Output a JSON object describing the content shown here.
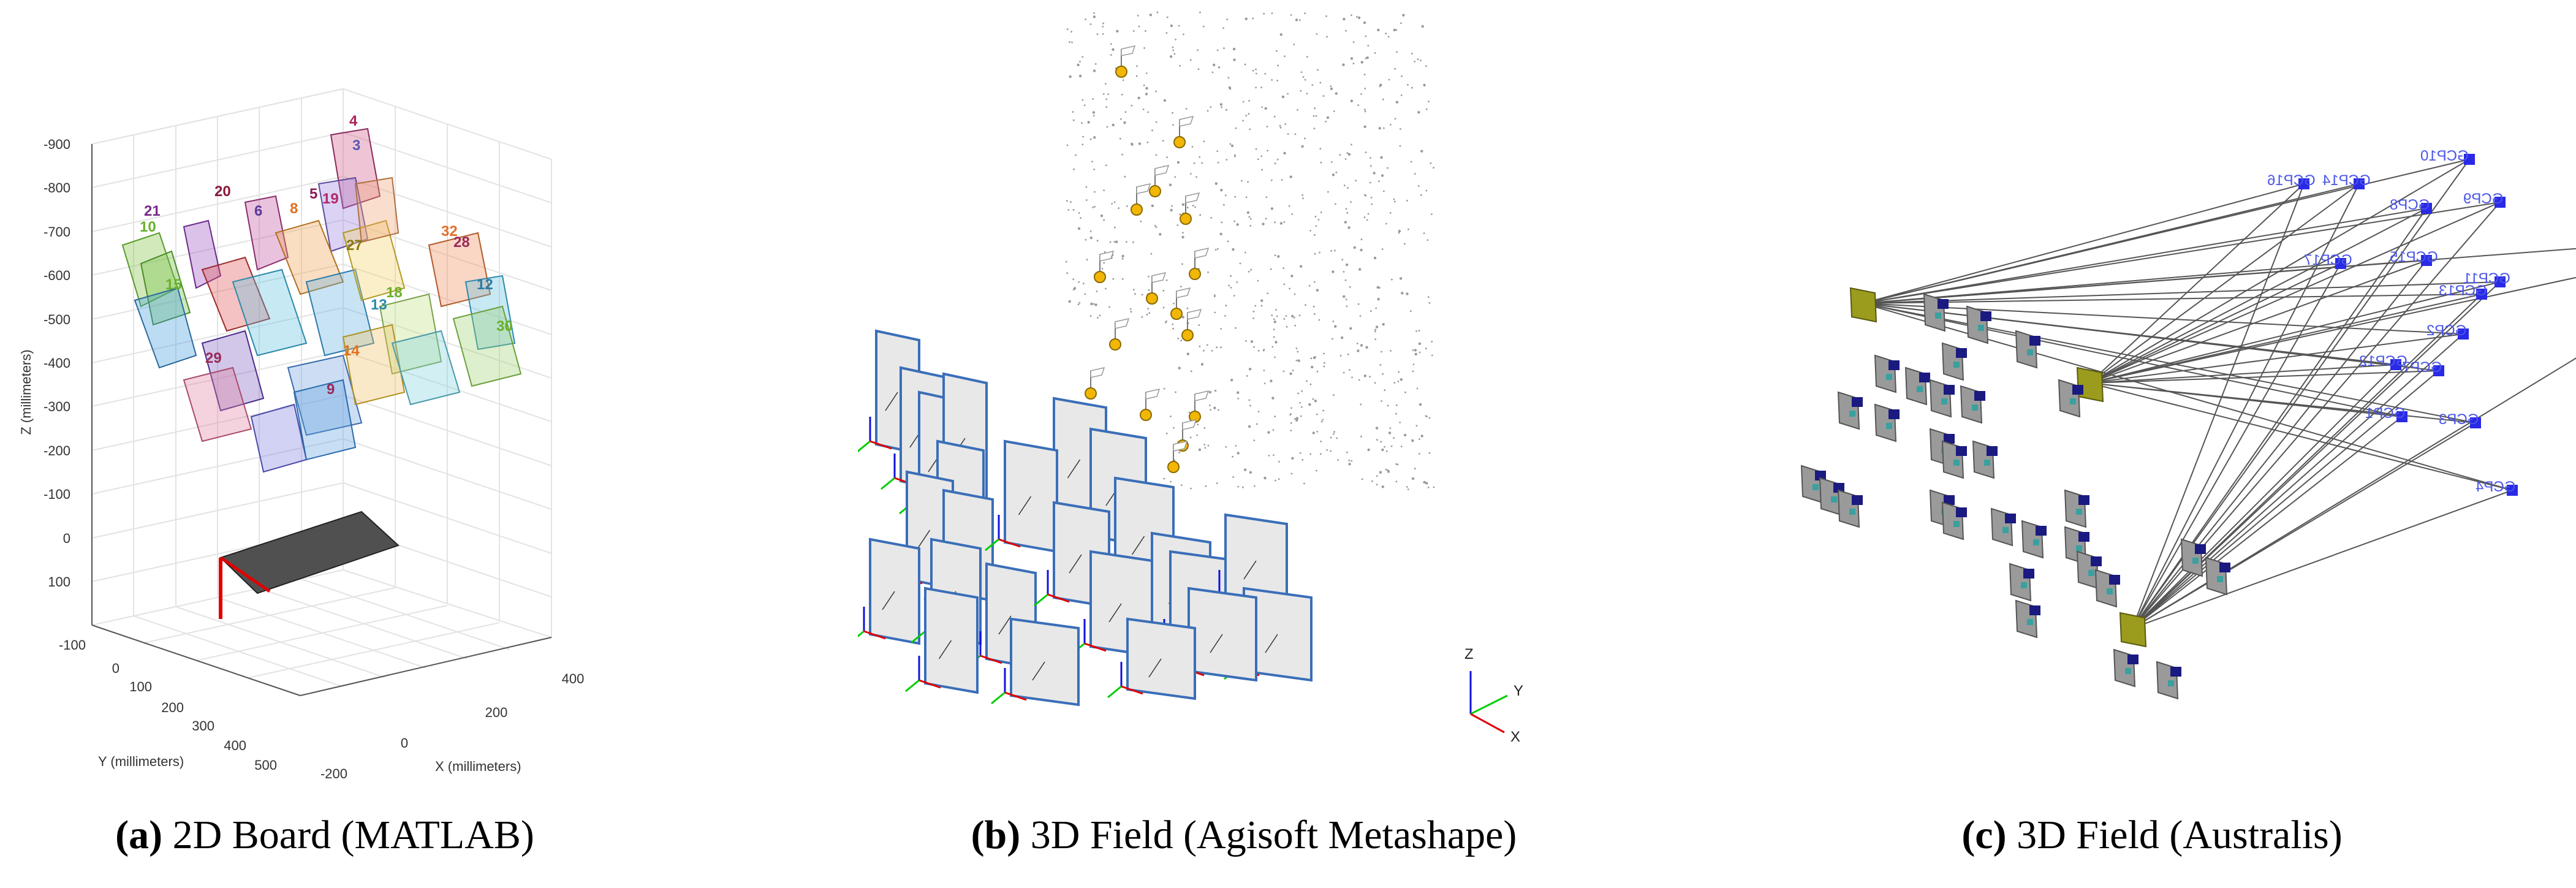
{
  "panels": [
    {
      "tag": "(a)",
      "title": "2D Board (MATLAB)"
    },
    {
      "tag": "(b)",
      "title": "3D Field (Agisoft Metashape)"
    },
    {
      "tag": "(c)",
      "title": "3D Field (Australis)"
    }
  ],
  "matlab": {
    "zlabel": "Z (millimeters)",
    "ylabel": "Y (millimeters)",
    "xlabel": "X (millimeters)",
    "zticks": [
      "-900",
      "-800",
      "-700",
      "-600",
      "-500",
      "-400",
      "-300",
      "-200",
      "-100",
      "0",
      "100"
    ],
    "yticks": [
      "-100",
      "0",
      "100",
      "200",
      "300",
      "400",
      "500"
    ],
    "xticks": [
      "-200",
      "0",
      "200",
      "400"
    ],
    "board_labels": [
      "4",
      "3",
      "20",
      "21",
      "10",
      "6",
      "8",
      "5",
      "19",
      "32",
      "28",
      "27",
      "15",
      "13",
      "12",
      "18",
      "30",
      "14",
      "29",
      "9"
    ]
  },
  "metashape": {
    "axis_labels": [
      "Z",
      "Y",
      "X"
    ]
  },
  "australis": {
    "gcp_labels": [
      "GCP10",
      "GCP14",
      "GCP16",
      "GCP8",
      "GCP9",
      "GCP15",
      "GCP17",
      "GCP5",
      "GCP11",
      "GCP13",
      "GCP2",
      "GCP7",
      "GCP12",
      "GCP1",
      "GCP3",
      "GCP4"
    ]
  },
  "colors": {
    "gcp_marker": "#2a2ae6",
    "gcp_text": "#4a55e8",
    "flag_marker": "#f2b705",
    "camera_olive": "#9b9b1e",
    "axis_x": "#e00000",
    "axis_y": "#00cc00",
    "axis_z": "#1010e0"
  }
}
